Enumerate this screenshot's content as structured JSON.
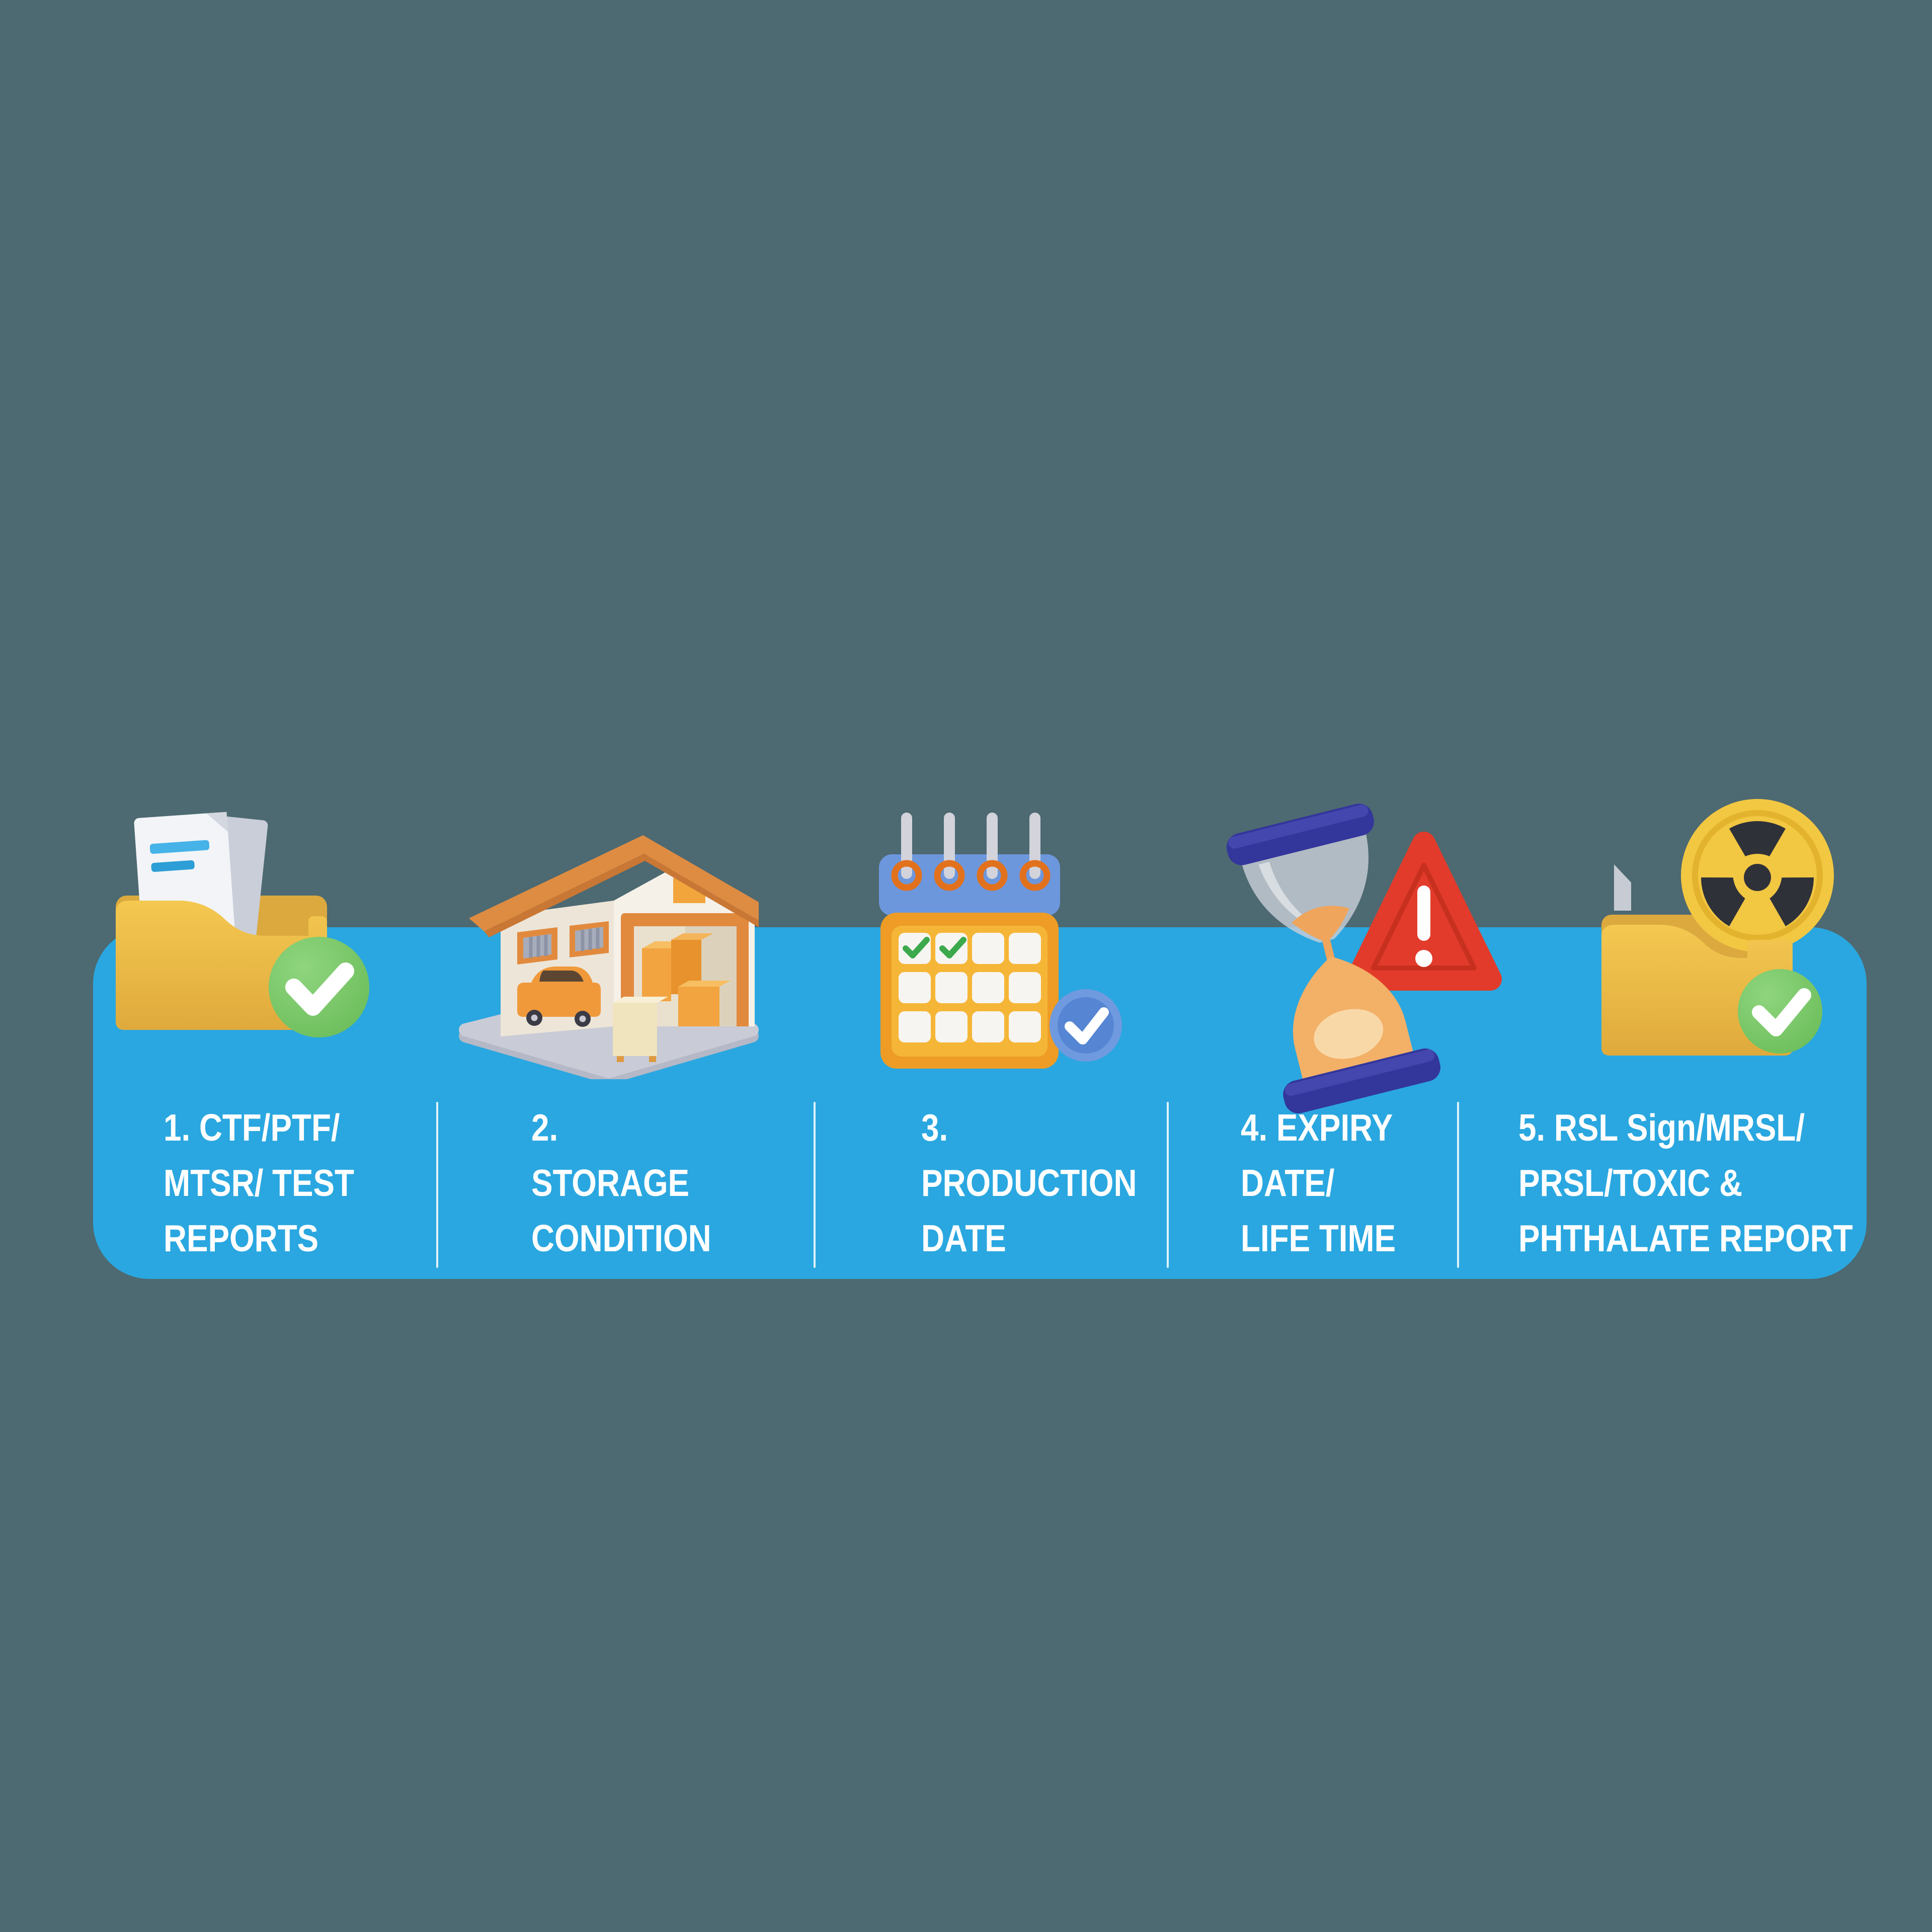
{
  "background_color": "#4D6971",
  "banner": {
    "color": "#2AA7E0",
    "text_color": "#FFFFFF",
    "divider_color": "#EAF6FC"
  },
  "items": [
    {
      "icon": "folder-documents-check",
      "lines": [
        "1. CTF/PTF/",
        "MTSR/ TEST",
        "REPORTS"
      ]
    },
    {
      "icon": "warehouse",
      "lines": [
        "2.",
        "STORAGE",
        "CONDITION"
      ]
    },
    {
      "icon": "calendar-check",
      "lines": [
        "3.",
        "PRODUCTION",
        "DATE"
      ]
    },
    {
      "icon": "hourglass-warning",
      "lines": [
        "4. EXPIRY",
        "DATE/",
        "LIFE TIME"
      ]
    },
    {
      "icon": "folder-radiation-check",
      "lines": [
        "5. RSL Sign/MRSL/",
        "PRSL/TOXIC &",
        "PHTHALATE REPORT"
      ]
    }
  ],
  "palette": {
    "folder_yellow": "#EFBF4B",
    "folder_yellow_dark": "#DBA93E",
    "check_green": "#74C364",
    "doc_line_blue": "#45B2E8",
    "warehouse_roof_orange": "#DE8C42",
    "calendar_orange": "#EE9C26",
    "calendar_header_blue": "#6D97DC",
    "hourglass_navy": "#33369B",
    "sand_orange": "#F3B067",
    "warning_red": "#E23B2B",
    "radiation_black": "#2F3139"
  }
}
